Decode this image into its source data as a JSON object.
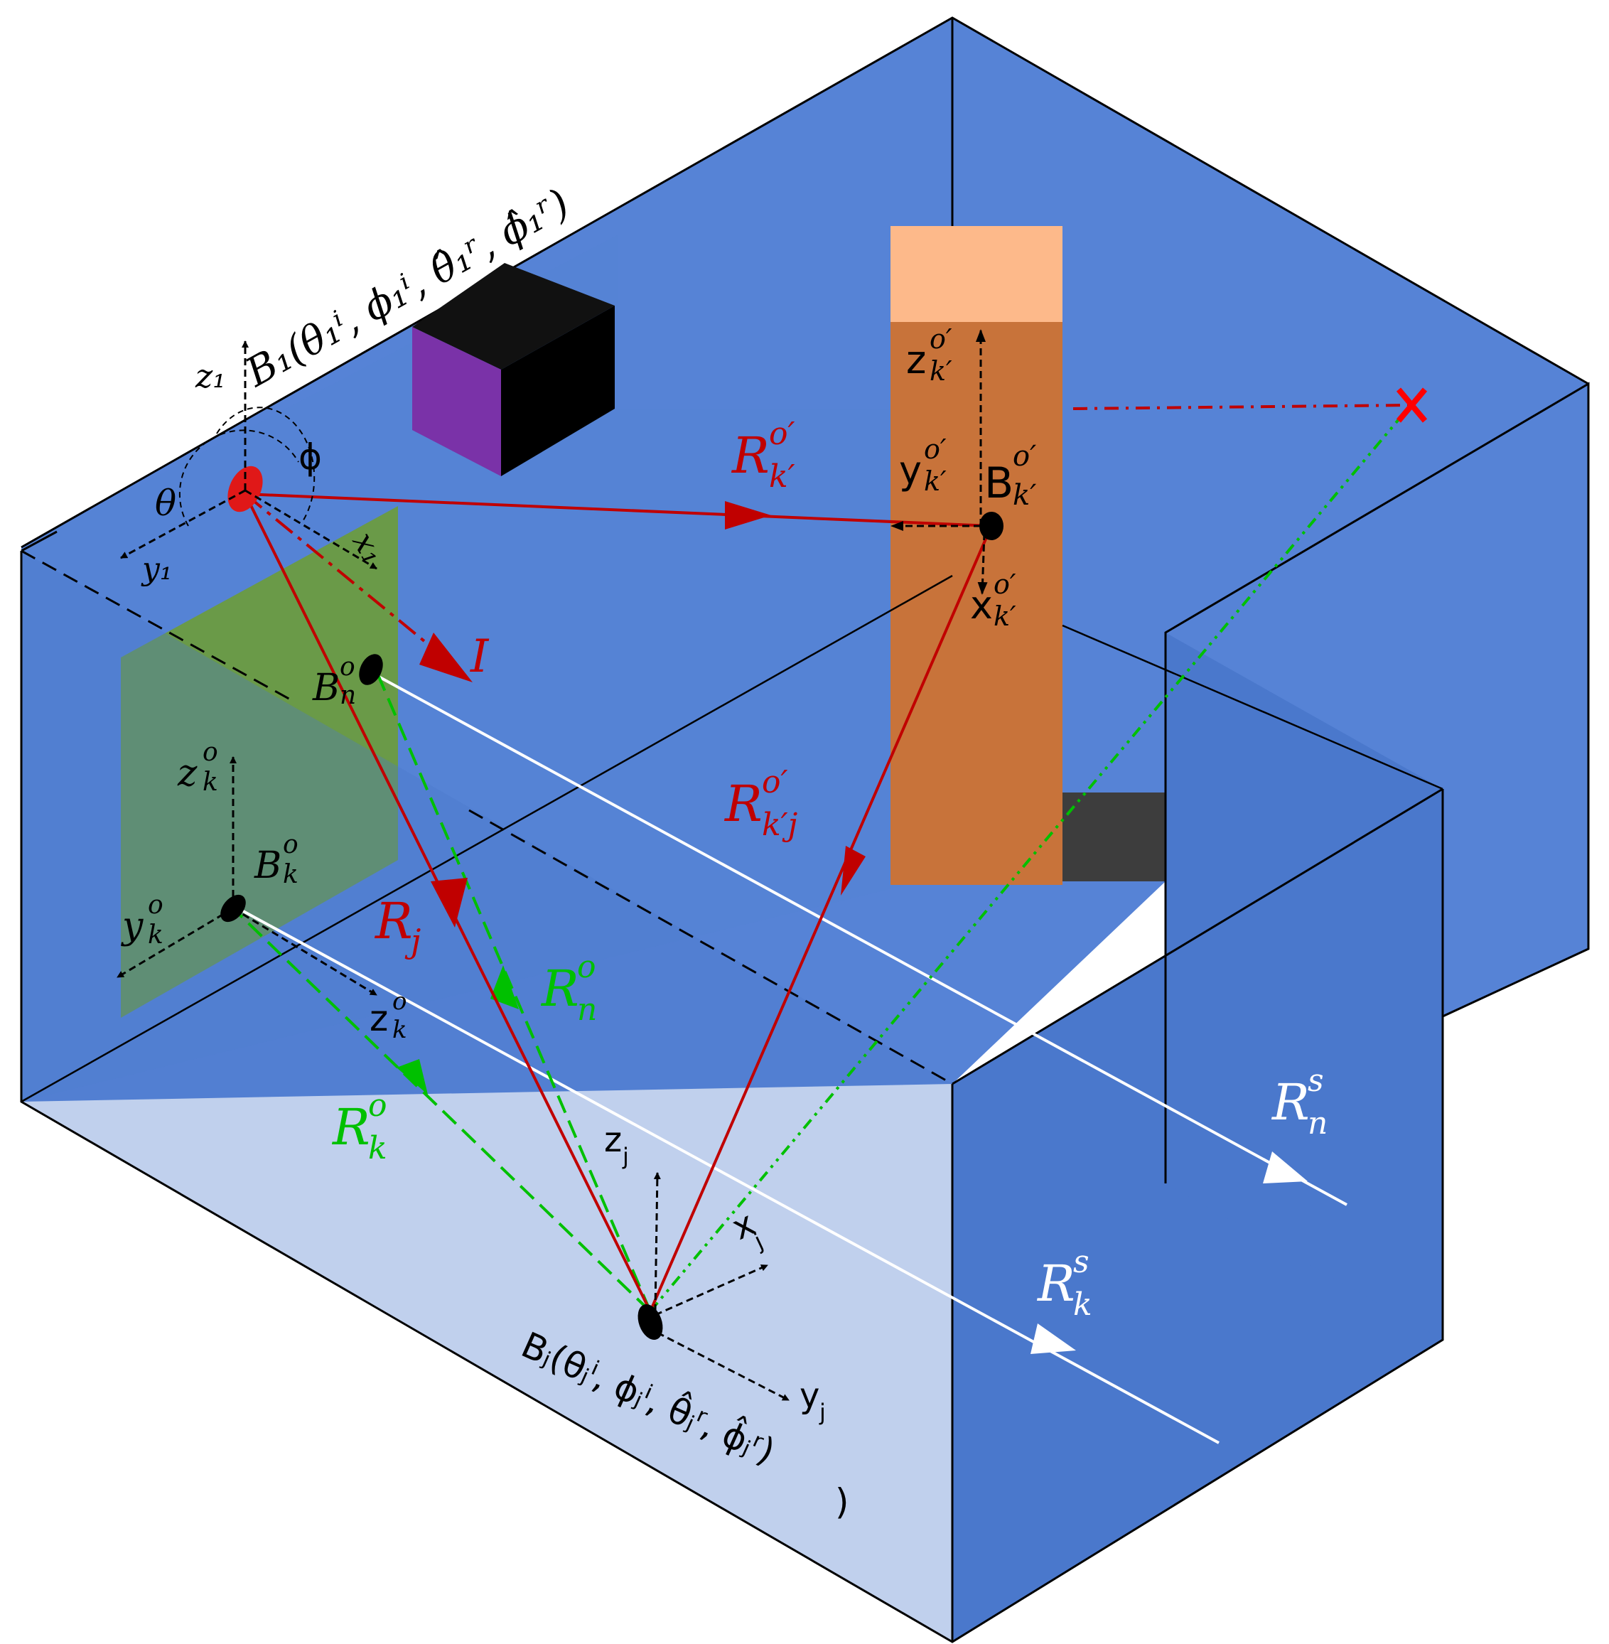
{
  "colors": {
    "wall_blue": "#4a78cc",
    "floor_blue": "#5683d6",
    "dark_gray": "#3d3d3d",
    "mid_gray": "#4a4a4a",
    "cabinet_orange": "#c8733a",
    "cabinet_top": "#fdb98a",
    "screen_green": "#6a9a48",
    "cube_purple": "#7a32a8",
    "ray_red": "#c00000",
    "ray_green": "#00c000",
    "ray_white": "#ffffff",
    "axis_black": "#000000"
  },
  "labels": {
    "b1": "B₁(θ₁ⁱ, ϕ₁ⁱ, θ̂₁ʳ, ϕ̂₁ʳ)",
    "z1": "z₁",
    "y1": "y₁",
    "x1": "x₁",
    "theta": "θ",
    "phi": "ϕ",
    "i_ray": "I",
    "rkp": "R",
    "rkp_sup": "o′",
    "rkp_sub": "k′",
    "rkpj": "R",
    "rkpj_sup": "o′",
    "rkpj_sub": "k′j",
    "bkp": "B",
    "bkp_sup": "o′",
    "bkp_sub": "k′",
    "zkp": "z",
    "zkp_sup": "o′",
    "zkp_sub": "k′",
    "ykp": "y",
    "ykp_sup": "o′",
    "ykp_sub": "k′",
    "xkp": "x",
    "xkp_sup": "o′",
    "xkp_sub": "k′",
    "bn": "B",
    "bn_sup": "o",
    "bn_sub": "n",
    "bk": "B",
    "bk_sup": "o",
    "bk_sub": "k",
    "zk": "z",
    "zk_sup": "o",
    "zk_sub": "k",
    "yk": "y",
    "yk_sup": "o",
    "yk_sub": "k",
    "zk2": "z",
    "zk2_sup": "o",
    "zk2_sub": "k",
    "rj": "R",
    "rj_sub": "j",
    "rn": "R",
    "rn_sup": "o",
    "rn_sub": "n",
    "rk": "R",
    "rk_sup": "o",
    "rk_sub": "k",
    "rns": "R",
    "rns_sup": "s",
    "rns_sub": "n",
    "rks": "R",
    "rks_sup": "s",
    "rks_sub": "k",
    "zj": "z",
    "zj_sub": "j",
    "xj": "x",
    "xj_sub": "j",
    "yj": "y",
    "yj_sub": "j",
    "bj_line1": "Bⱼ(θⱼⁱ, ϕⱼⁱ, θ̂ⱼʳ, ϕ̂ⱼʳ)",
    "bj_line2": ")"
  }
}
